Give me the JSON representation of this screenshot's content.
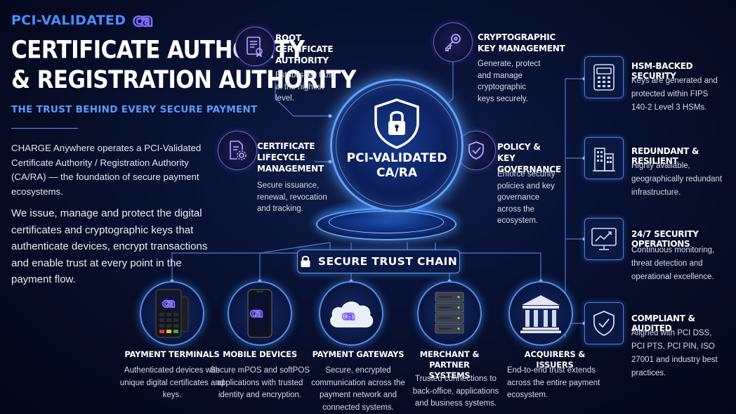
{
  "brand": {
    "label": "PCI-VALIDATED",
    "logo_text": "ca"
  },
  "title": {
    "line1": "CERTIFICATE AUTHORITY",
    "line2": "& REGISTRATION AUTHORITY"
  },
  "tagline": "THE TRUST BEHIND EVERY SECURE PAYMENT",
  "intro": {
    "paragraph1": "CHARGE Anywhere operates a PCI-Validated Certificate Authority / Registration Authority (CA/RA) — the foundation of secure payment ecosystems.",
    "paragraph2": "We issue, manage and protect the digital certificates and cryptographic keys that authenticate devices, encrypt transactions and enable trust at every point in the payment flow."
  },
  "features": {
    "root_ca": {
      "title": "ROOT CERTIFICATE AUTHORITY",
      "desc": "Establishes trust at the highest level.",
      "icon": "certificate-icon"
    },
    "crypto_keys": {
      "title": "CRYPTOGRAPHIC KEY MANAGEMENT",
      "desc": "Generate, protect and manage cryptographic keys securely.",
      "icon": "key-icon"
    },
    "lifecycle": {
      "title": "CERTIFICATE LIFECYCLE MANAGEMENT",
      "desc": "Secure issuance, renewal, revocation and tracking.",
      "icon": "document-gear-icon"
    },
    "policy": {
      "title": "POLICY & KEY GOVERNANCE",
      "desc": "Enforce security policies and key governance across the ecosystem.",
      "icon": "shield-check-icon"
    }
  },
  "hub": {
    "line1": "PCI-VALIDATED",
    "line2": "CA/RA",
    "icon": "shield-lock-icon"
  },
  "chain": {
    "label": "SECURE TRUST CHAIN",
    "icon": "padlock-icon"
  },
  "bottom": [
    {
      "title": "PAYMENT TERMINALS",
      "desc": "Authenticated devices with unique digital certificates and keys.",
      "icon": "payment-terminal-icon"
    },
    {
      "title": "MOBILE DEVICES",
      "desc": "Secure mPOS and softPOS applications with trusted identity and encryption.",
      "icon": "smartphone-icon"
    },
    {
      "title": "PAYMENT GATEWAYS",
      "desc": "Secure, encrypted communication across the payment network and connected systems.",
      "icon": "cloud-icon"
    },
    {
      "title": "MERCHANT & PARTNER SYSTEMS",
      "desc": "Trusted connections to back-office, applications and business systems.",
      "icon": "server-rack-icon"
    },
    {
      "title": "ACQUIRERS & ISSUERS",
      "desc": "End-to-end trust extends across the entire payment ecosystem.",
      "icon": "bank-icon"
    }
  ],
  "right": [
    {
      "title": "HSM-BACKED SECURITY",
      "desc": "Keys are generated and protected within FIPS 140-2 Level 3 HSMs.",
      "icon": "hsm-device-icon"
    },
    {
      "title": "REDUNDANT & RESILIENT",
      "desc": "Highly available, geographically redundant infrastructure.",
      "icon": "building-icon"
    },
    {
      "title": "24/7 SECURITY OPERATIONS",
      "desc": "Continuous monitoring, threat detection and operational excellence.",
      "icon": "monitor-chart-icon"
    },
    {
      "title": "COMPLIANT & AUDITED",
      "desc": "Aligned with PCI DSS, PCI PTS, PCI PIN, ISO 27001 and industry best practices.",
      "icon": "shield-check-icon"
    }
  ],
  "colors": {
    "accent_blue": "#5b9bff",
    "accent_purple": "#7e6cff",
    "background": "#050b22",
    "glow": "#5da3ff"
  }
}
